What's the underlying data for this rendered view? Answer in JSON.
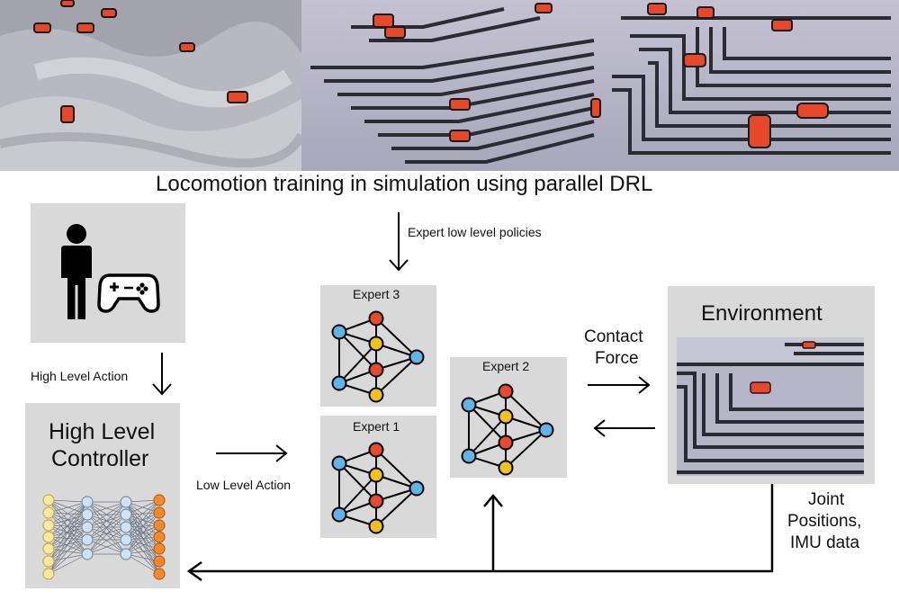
{
  "banner": {
    "caption": "Locomotion training in simulation using parallel DRL",
    "colors": {
      "sky": "#c9c7d6",
      "floor": "#a9a8bc",
      "stripe": "#2b2b33",
      "robot": "#e8482a",
      "rough": "#b9b9c2"
    }
  },
  "operator": {
    "icons": [
      "person-icon",
      "gamepad-icon"
    ]
  },
  "labels": {
    "expert_policies": "Expert low level policies",
    "high_level_action": "High Level Action",
    "low_level_action": "Low Level Action",
    "contact_force_1": "Contact",
    "contact_force_2": "Force",
    "joint_1": "Joint",
    "joint_2": "Positions,",
    "joint_3": "IMU data"
  },
  "controller": {
    "title_1": "High Level",
    "title_2": "Controller"
  },
  "experts": [
    {
      "id": "expert-3",
      "label": "Expert 3"
    },
    {
      "id": "expert-1",
      "label": "Expert 1"
    },
    {
      "id": "expert-2",
      "label": "Expert 2"
    }
  ],
  "environment": {
    "title": "Environment"
  },
  "colors": {
    "box": "#d9d9d9",
    "node_blue": "#5fb4e8",
    "node_red": "#e84a2e",
    "node_yellow": "#f2c21b",
    "nn_yellow": "#fde9a2",
    "nn_blue": "#cfe3f7",
    "nn_orange": "#f58a2a"
  }
}
